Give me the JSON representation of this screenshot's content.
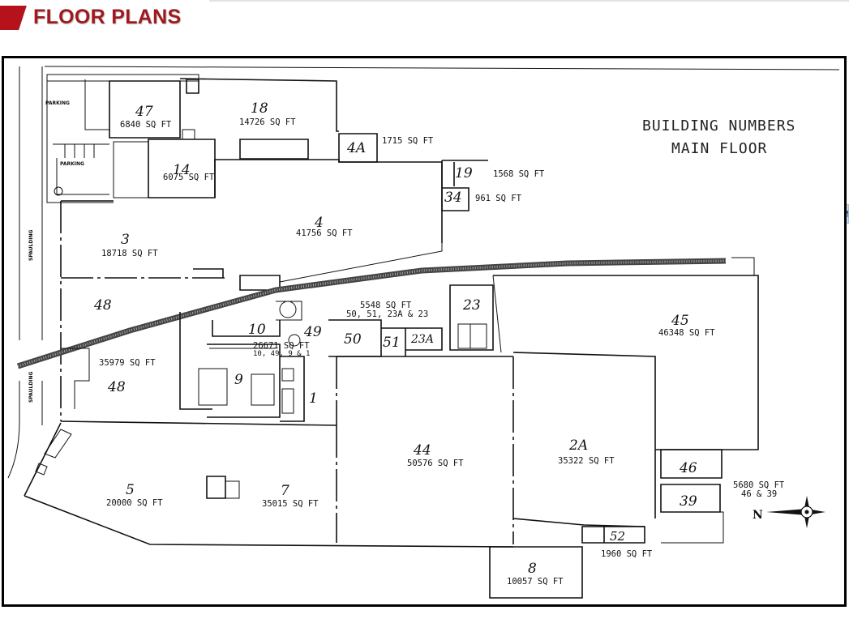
{
  "header": {
    "title": "FLOOR PLANS",
    "accent_color": "#b5121b",
    "title_color": "#9e1a1f"
  },
  "side_tab": {
    "label": "M"
  },
  "plan": {
    "legend_line1": "BUILDING NUMBERS",
    "legend_line2": "MAIN FLOOR",
    "compass_label": "N",
    "street_label": "SPAULDING",
    "parking_label": "PARKING",
    "buildings": {
      "b47": {
        "number": "47",
        "area": "6840 SQ FT"
      },
      "b18": {
        "number": "18",
        "area": "14726 SQ FT"
      },
      "b14": {
        "number": "14",
        "area": "6075 SQ FT"
      },
      "b4a": {
        "number": "4A",
        "area": "1715 SQ FT"
      },
      "b19": {
        "number": "19",
        "area": "1568 SQ FT"
      },
      "b34": {
        "number": "34",
        "area": "961 SQ FT"
      },
      "b4": {
        "number": "4",
        "area": "41756 SQ FT"
      },
      "b3": {
        "number": "3",
        "area": "18718 SQ FT"
      },
      "b48a": {
        "number": "48"
      },
      "b48b": {
        "number": "48",
        "area": "35979 SQ FT"
      },
      "b50group": {
        "area": "5548 SQ FT",
        "subtitle": "50, 51, 23A & 23"
      },
      "b23": {
        "number": "23"
      },
      "b45": {
        "number": "45",
        "area": "46348 SQ FT"
      },
      "b10": {
        "number": "10"
      },
      "b49": {
        "number": "49"
      },
      "b50": {
        "number": "50"
      },
      "b51": {
        "number": "51"
      },
      "b23a": {
        "number": "23A"
      },
      "b10group": {
        "area": "26671 SQ FT",
        "subtitle": "10, 49, 9 & 1"
      },
      "b9": {
        "number": "9"
      },
      "b1": {
        "number": "1"
      },
      "b44": {
        "number": "44",
        "area": "50576 SQ FT"
      },
      "b2a": {
        "number": "2A",
        "area": "35322 SQ FT"
      },
      "b5": {
        "number": "5",
        "area": "20000 SQ FT"
      },
      "b7": {
        "number": "7",
        "area": "35015 SQ FT"
      },
      "b46": {
        "number": "46"
      },
      "b39": {
        "number": "39"
      },
      "b46group": {
        "area": "5680 SQ FT",
        "subtitle": "46 & 39"
      },
      "b52": {
        "number": "52",
        "area": "1960 SQ FT"
      },
      "b8": {
        "number": "8",
        "area": "10057 SQ FT"
      }
    }
  }
}
